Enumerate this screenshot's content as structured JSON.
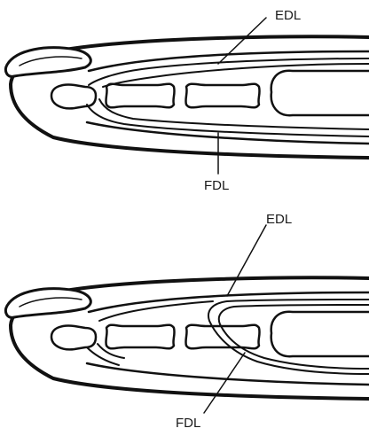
{
  "diagram": {
    "top_panel": {
      "label_upper": "EDL",
      "label_lower": "FDL"
    },
    "bottom_panel": {
      "label_upper": "EDL",
      "label_lower": "FDL"
    }
  }
}
